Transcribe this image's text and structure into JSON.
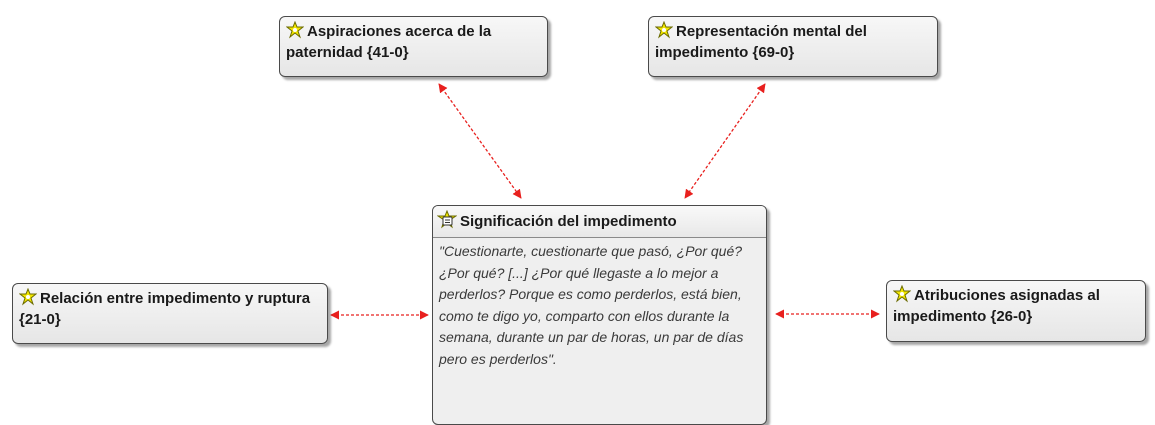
{
  "nodes": {
    "aspiraciones": "Aspiraciones acerca de la paternidad {41-0}",
    "representacion": "Representación mental del impedimento {69-0}",
    "relacion": "Relación entre impedimento y ruptura {21-0}",
    "atribuciones": "Atribuciones asignadas al impedimento {26-0}"
  },
  "quote": {
    "title": "Significación del impedimento",
    "text": "\"Cuestionarte, cuestionarte que pasó, ¿Por qué? ¿Por qué? [...] ¿Por qué llegaste a lo mejor a perderlos? Porque es como perderlos, está bien, como te digo yo, comparto con ellos durante la semana, durante un par de horas, un par de días pero es perderlos\"."
  },
  "colors": {
    "link": "#e8201e",
    "icon_fill": "#f2e600"
  },
  "icons": {
    "code": "code-star-icon",
    "quotation": "quotation-icon"
  }
}
